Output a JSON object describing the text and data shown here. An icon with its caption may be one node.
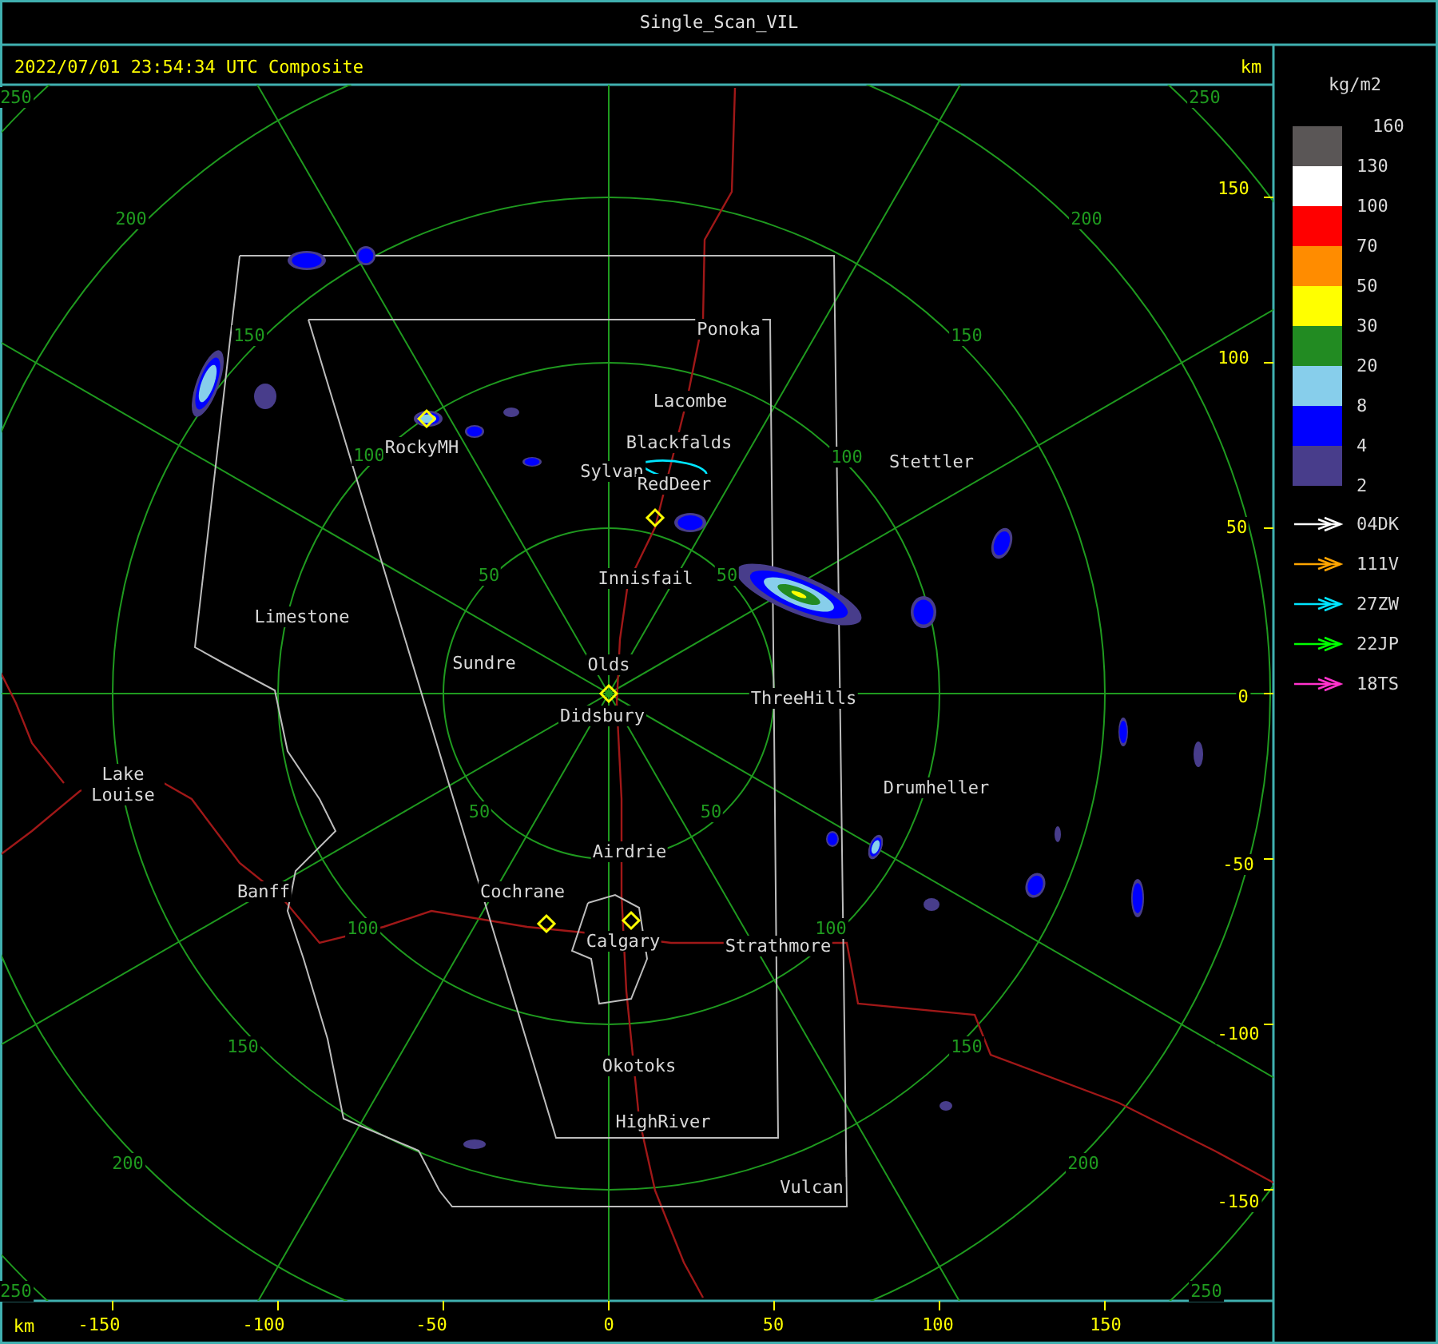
{
  "diagram": {
    "title": "Single_Scan_VIL",
    "labels": [
      "2022/07/01 23:54:34 UTC Composite",
      "km",
      "250",
      "250",
      "150",
      "200",
      "200",
      "Ponoka",
      "150",
      "150",
      "100",
      "Lacombe",
      "100",
      "RockyMH",
      "Blackfalds",
      "100",
      "Stettler",
      "Sylvan",
      "RedDeer",
      "50",
      "50",
      "Innisfail",
      "50",
      "Limestone",
      "Sundre",
      "Olds",
      "ThreeHills",
      "0",
      "Didsbury",
      "Lake Louise",
      "Drumheller",
      "50",
      "50",
      "Airdrie",
      "-50",
      "Banff",
      "Cochrane",
      "100",
      "100",
      "Calgary",
      "Strathmore",
      "-100",
      "150",
      "150",
      "Okotoks",
      "HighRiver",
      "200",
      "200",
      "Vulcan",
      "-150",
      "250",
      "250",
      "km",
      "-150",
      "-100",
      "-50",
      "0",
      "50",
      "100",
      "150",
      "kg/m2",
      "160"
    ],
    "legend": [
      {
        "text": "130",
        "color": "#5a5656"
      },
      {
        "text": "100",
        "color": "#ffffff"
      },
      {
        "text": "70",
        "color": "#ff0000"
      },
      {
        "text": "50",
        "color": "#ff8c00"
      },
      {
        "text": "30",
        "color": "#ffff00"
      },
      {
        "text": "20",
        "color": "#228b22"
      },
      {
        "text": "8",
        "color": "#87ceeb"
      },
      {
        "text": "4",
        "color": "#0000ff"
      },
      {
        "text": "2",
        "color": "#483d8b"
      },
      {
        "text": "04DK"
      },
      {
        "text": "111V"
      },
      {
        "text": "27ZW"
      },
      {
        "text": "22JP"
      },
      {
        "text": "18TS"
      }
    ]
  }
}
